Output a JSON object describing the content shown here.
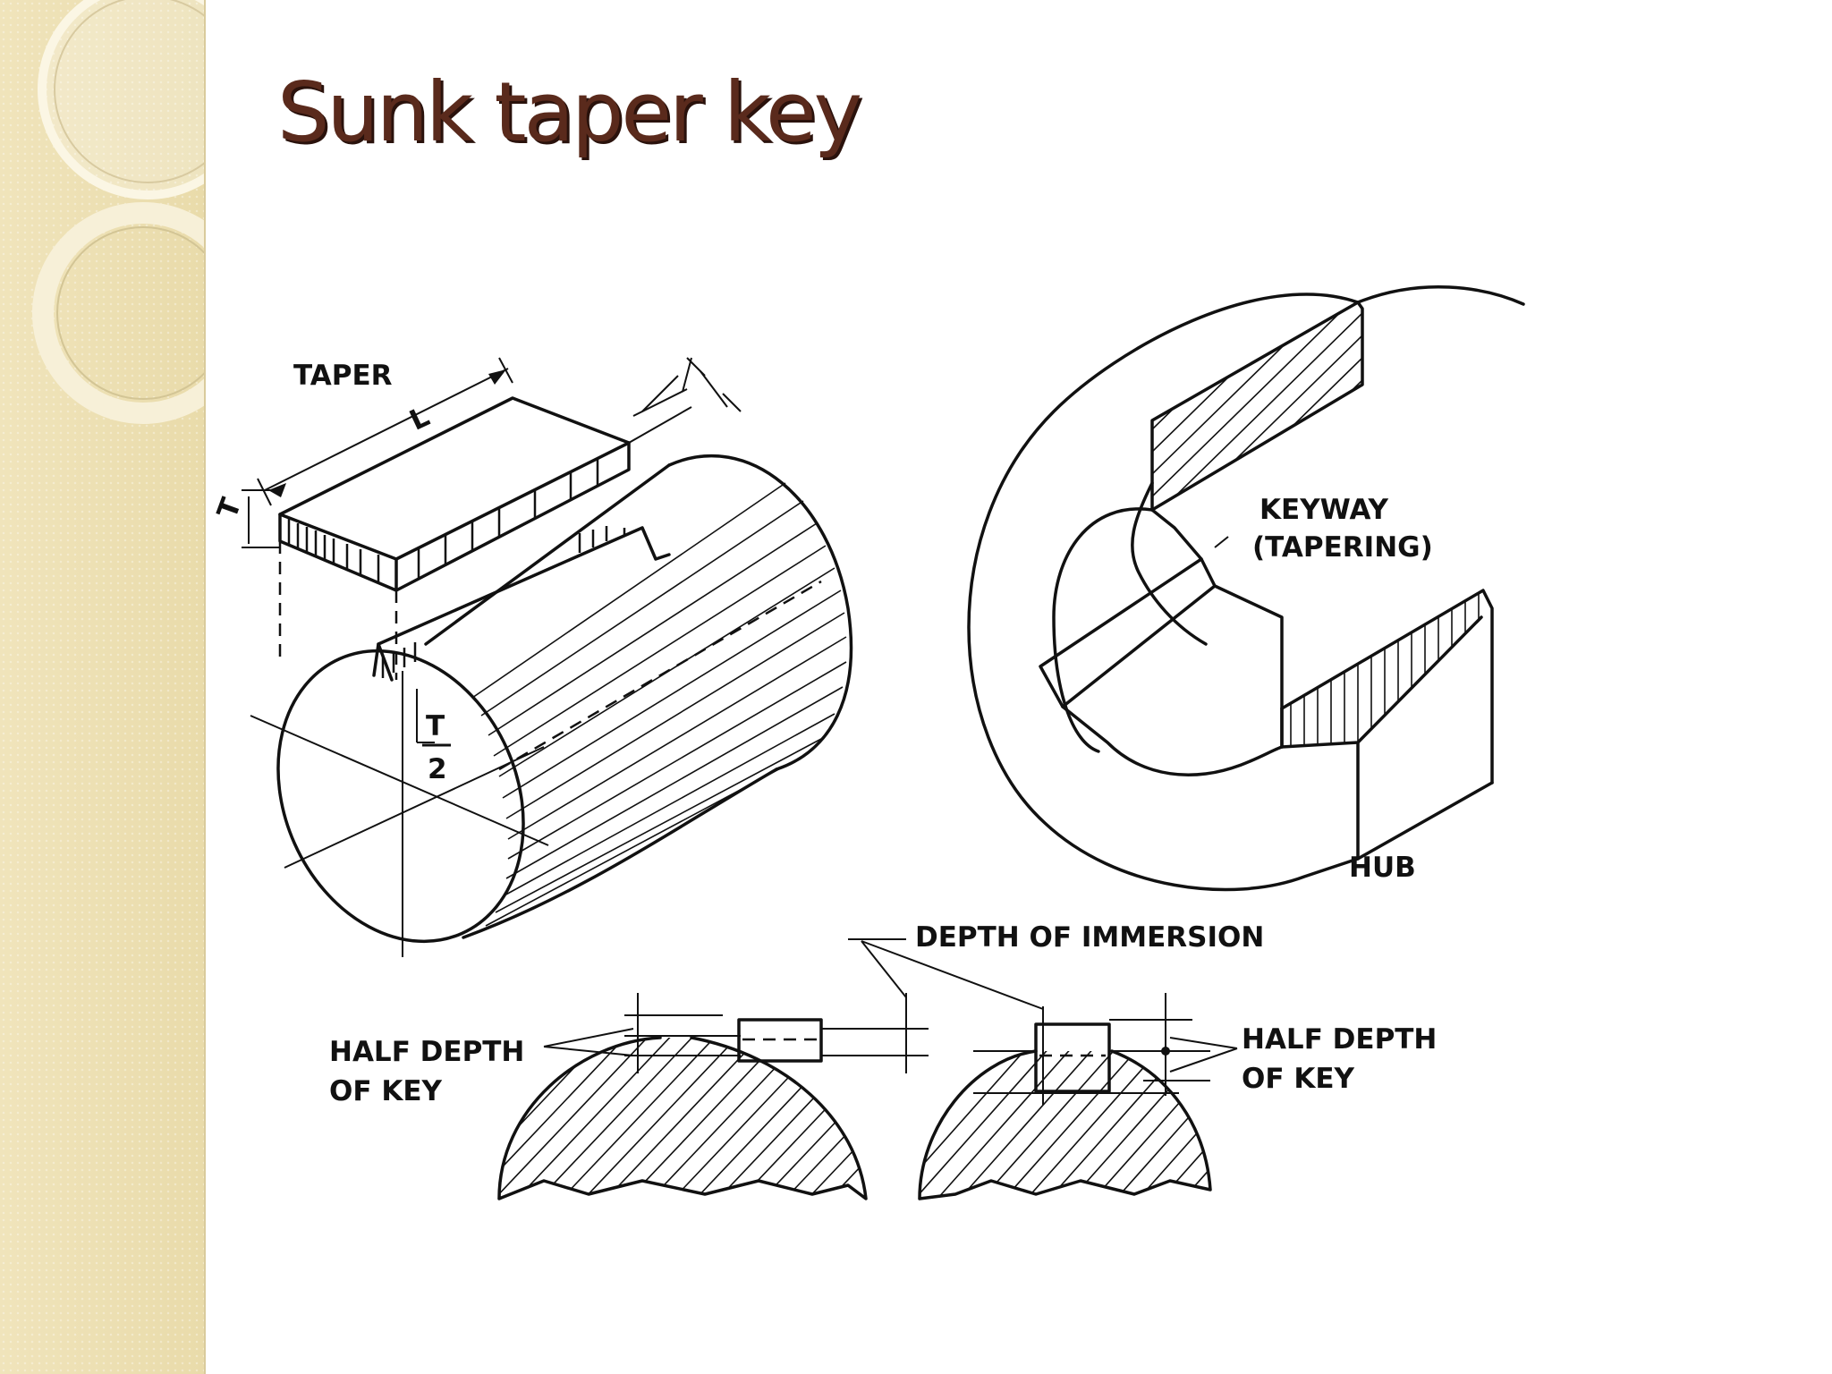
{
  "slide": {
    "title": "Sunk taper key",
    "accent_color": "#5a2a1c",
    "sidebar_color": "#efe2b6"
  },
  "diagram": {
    "labels": {
      "taper": "TAPER",
      "length_mark": "L",
      "thickness_mark": "T",
      "half_thickness_num": "T",
      "half_thickness_den": "2",
      "keyway_line1": "KEYWAY",
      "keyway_line2": "(TAPERING)",
      "hub": "HUB",
      "depth_of_immersion": "DEPTH OF IMMERSION",
      "half_depth_left_line1": "HALF DEPTH",
      "half_depth_left_line2": "OF KEY",
      "half_depth_right_line1": "HALF DEPTH",
      "half_depth_right_line2": "OF KEY"
    }
  }
}
